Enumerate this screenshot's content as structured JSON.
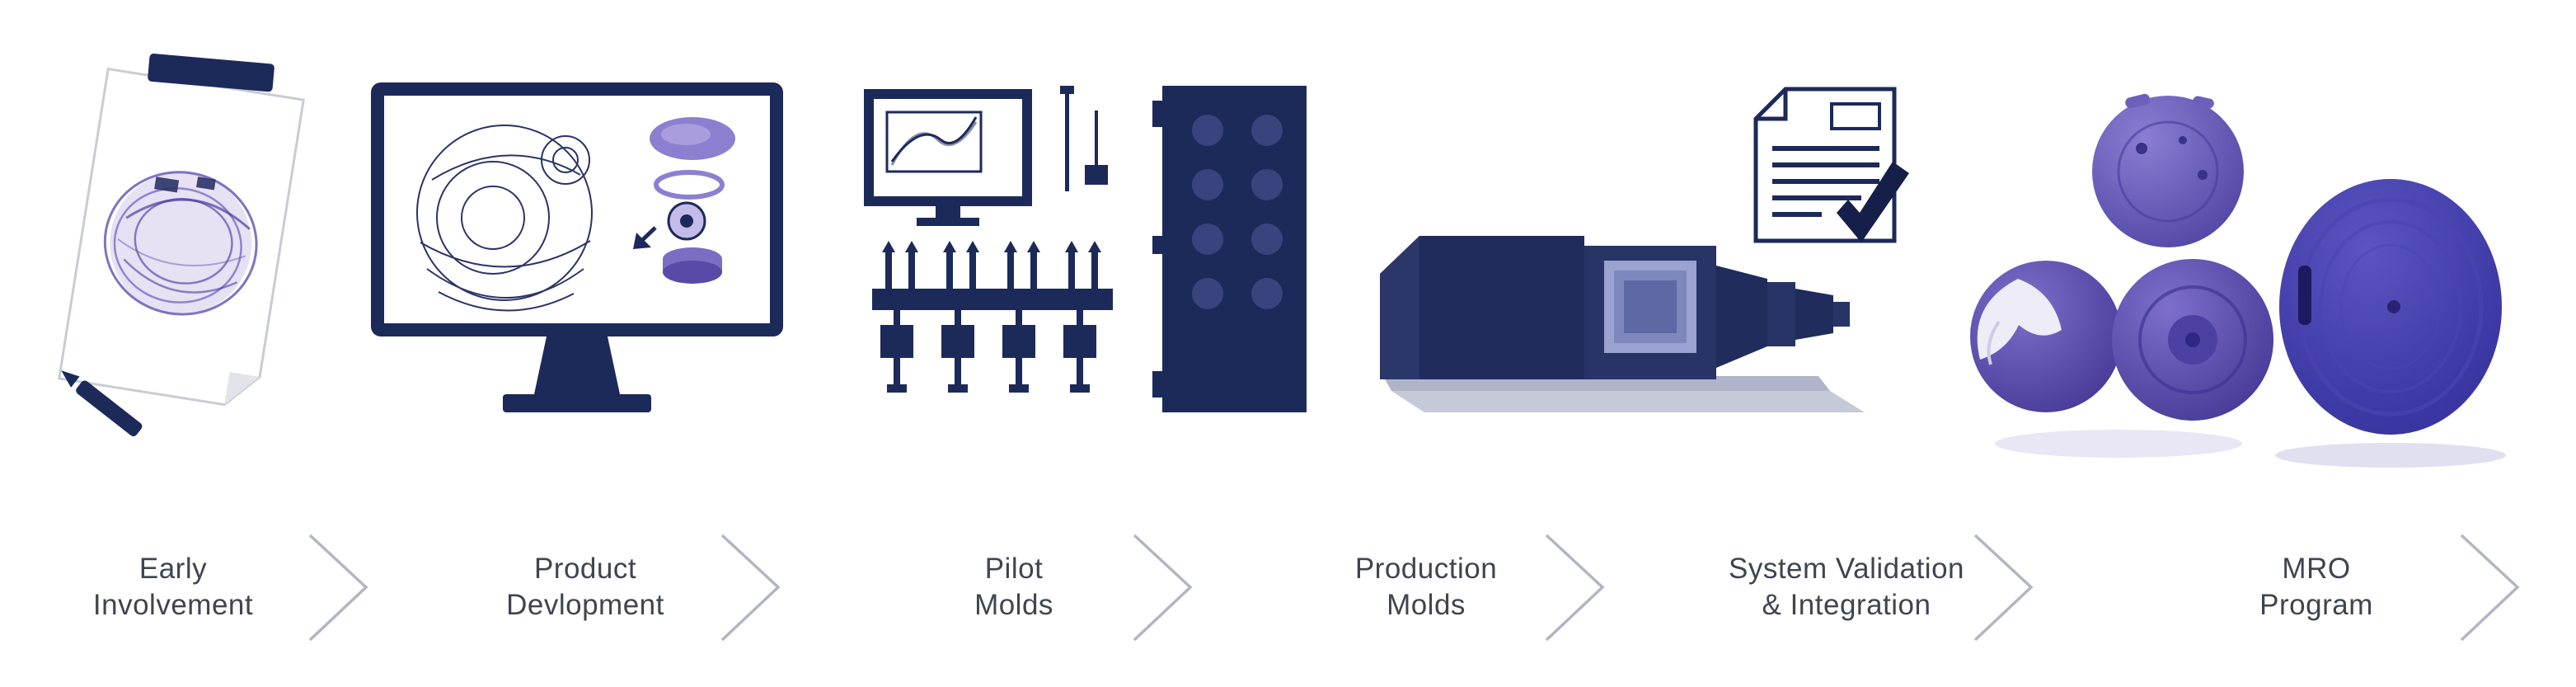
{
  "stages": [
    {
      "label_line1": "Early",
      "label_line2": "Involvement",
      "icon": "sketch-paper-icon"
    },
    {
      "label_line1": "Product",
      "label_line2": "Devlopment",
      "icon": "cad-monitor-icon"
    },
    {
      "label_line1": "Pilot",
      "label_line2": "Molds",
      "icon": "pilot-molds-icon"
    },
    {
      "label_line1": "Production",
      "label_line2": "Molds",
      "icon": "molding-machine-icon"
    },
    {
      "label_line1": "System Validation",
      "label_line2": "& Integration",
      "icon": "validation-document-icon"
    },
    {
      "label_line1": "MRO",
      "label_line2": "Program",
      "icon": "molded-products-icon"
    }
  ],
  "colors": {
    "navy": "#1c2a5a",
    "navy_dark": "#141f4a",
    "purple": "#7b6cc4",
    "purple_deep": "#4a3f9e",
    "lavender": "#b7aee2",
    "label_text": "#3f4550",
    "chevron": "#b2b6c2"
  }
}
